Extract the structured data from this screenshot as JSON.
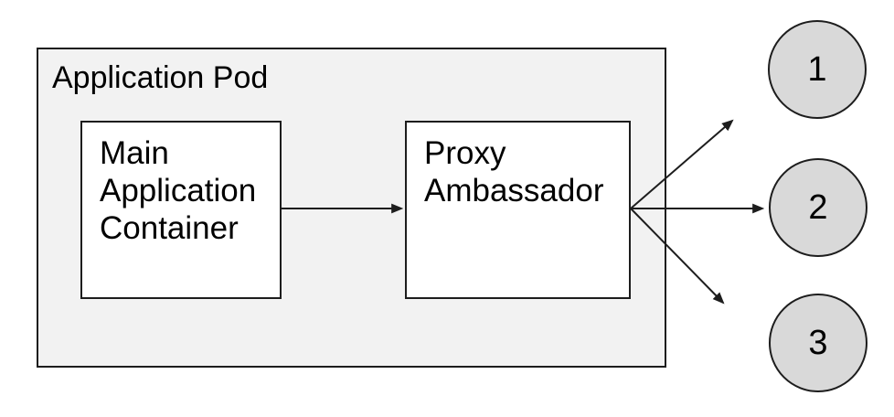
{
  "diagram": {
    "pod": {
      "label": "Application Pod"
    },
    "nodes": {
      "main": {
        "label": "Main Application Container"
      },
      "proxy": {
        "label": "Proxy Ambassador"
      }
    },
    "endpoints": [
      {
        "label": "1"
      },
      {
        "label": "2"
      },
      {
        "label": "3"
      }
    ],
    "edges": [
      {
        "from": "main-application-container",
        "to": "proxy-ambassador"
      },
      {
        "from": "proxy-ambassador",
        "to": "endpoint-1"
      },
      {
        "from": "proxy-ambassador",
        "to": "endpoint-2"
      },
      {
        "from": "proxy-ambassador",
        "to": "endpoint-3"
      }
    ],
    "colors": {
      "pod_fill": "#f2f2f2",
      "node_fill": "#ffffff",
      "endpoint_fill": "#d9d9d9",
      "stroke": "#1d1d1d",
      "text": "#000000"
    }
  }
}
